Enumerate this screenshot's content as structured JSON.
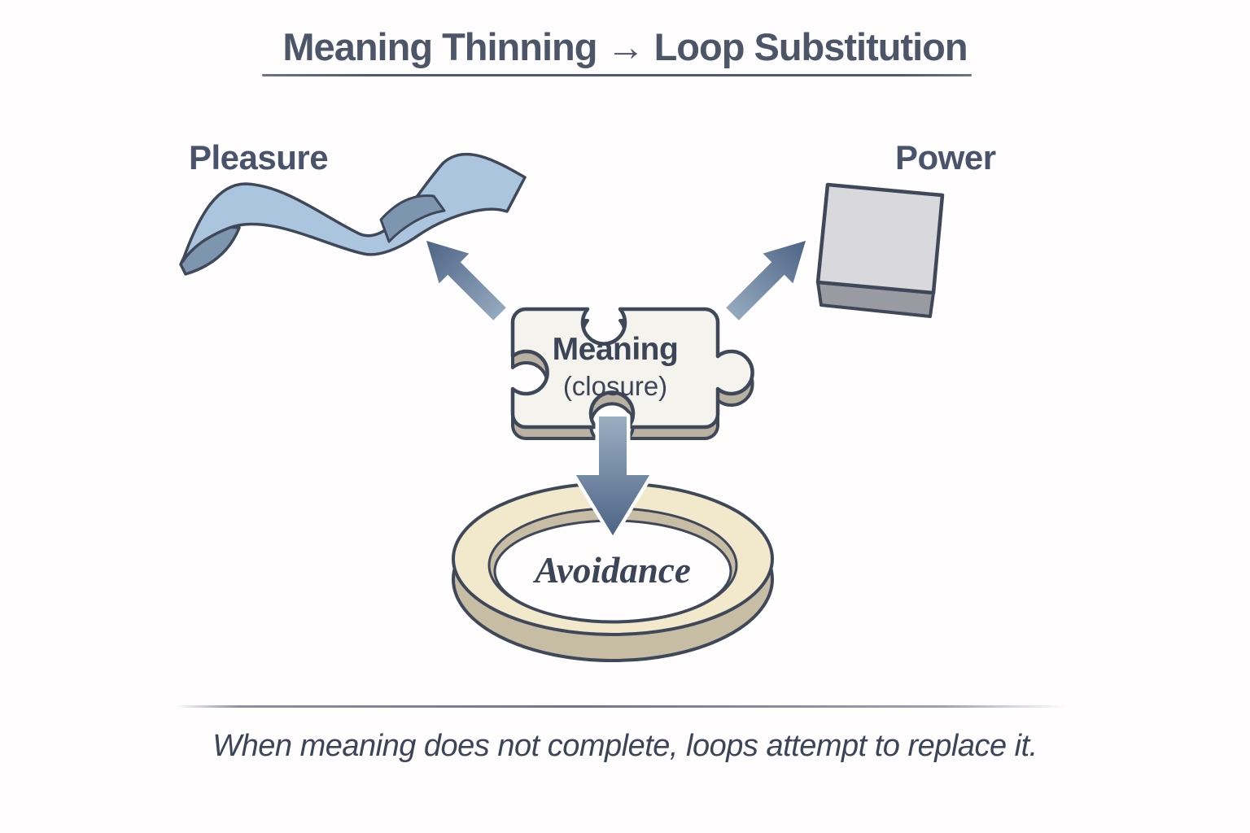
{
  "header": {
    "title": "Meaning Thinning → Loop Substitution"
  },
  "nodes": {
    "pleasure": {
      "label": "Pleasure",
      "icon": "ribbon-icon",
      "shape_color": "#abc5de"
    },
    "power": {
      "label": "Power",
      "icon": "cube-icon",
      "shape_color": "#d9d9dd"
    },
    "meaning": {
      "label": "Meaning",
      "sublabel": "(closure)",
      "icon": "puzzle-piece-icon",
      "shape_color": "#f5f3ee"
    },
    "avoidance": {
      "label": "Avoidance",
      "icon": "loop-ring-icon",
      "shape_color": "#f2e8cc"
    }
  },
  "arrows": [
    {
      "from": "meaning",
      "to": "pleasure",
      "direction": "up-left"
    },
    {
      "from": "meaning",
      "to": "power",
      "direction": "up-right"
    },
    {
      "from": "meaning",
      "to": "avoidance",
      "direction": "down"
    }
  ],
  "caption": {
    "text": "When meaning does not complete, loops attempt to replace it."
  },
  "colors": {
    "bg": "#fffdfe",
    "ink_title": "#4d5669",
    "ink_label": "#49536b",
    "ink_text": "#3c4557",
    "outline": "#3f4859",
    "ribbon_light": "#abc5de",
    "ribbon_dark": "#7d95af",
    "cube_face": "#d9d9dd",
    "cube_side": "#9a9aa3",
    "puzzle_face": "#f5f3ee",
    "puzzle_side": "#b9b1a2",
    "ring_face": "#f2e8cc",
    "ring_side": "#c7bda5",
    "arrow_light": "#9aaec2",
    "arrow_dark": "#4e6486",
    "underline": "#4f5970"
  }
}
